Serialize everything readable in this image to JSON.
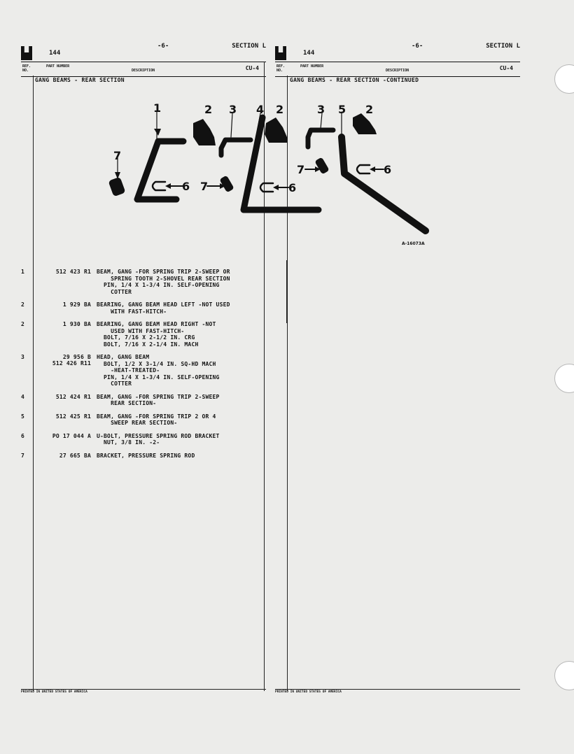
{
  "left_header": {
    "page_number": "144",
    "sheet_number": "-6-",
    "section": "SECTION L",
    "section_code": "CU-4",
    "subtitle": "GANG BEAMS - REAR SECTION"
  },
  "right_header": {
    "page_number": "144",
    "sheet_number": "-6-",
    "section": "SECTION L",
    "section_code": "CU-4",
    "subtitle": "GANG BEAMS - REAR SECTION -CONTINUED"
  },
  "column_headers": {
    "ref": "REF. NO.",
    "part_number": "PART NUMBER",
    "description": "DESCRIPTION"
  },
  "diagram": {
    "figure_code": "A-16073A",
    "callouts": [
      "1",
      "2",
      "3",
      "4",
      "2",
      "3",
      "5",
      "2",
      "7",
      "6",
      "7",
      "6",
      "7",
      "6"
    ]
  },
  "parts": [
    {
      "ref": "1",
      "part_number": "512 423 R1",
      "description": "BEAM, GANG -FOR SPRING TRIP 2-SWEEP OR\n    SPRING TOOTH 2-SHOVEL REAR SECTION\n  PIN, 1/4 X 1-3/4 IN. SELF-OPENING\n    COTTER"
    },
    {
      "ref": "2",
      "part_number": "1 929 BA",
      "description": "BEARING, GANG BEAM HEAD LEFT -NOT USED\n    WITH FAST-HITCH-"
    },
    {
      "ref": "2",
      "part_number": "1 930 BA",
      "description": "BEARING, GANG BEAM HEAD RIGHT -NOT\n    USED WITH FAST-HITCH-\n  BOLT, 7/16 X 2-1/2 IN. CRG\n  BOLT, 7/16 X 2-1/4 IN. MACH"
    },
    {
      "ref": "3",
      "part_number": "29 956 B\n512 426 R11",
      "description": "HEAD, GANG BEAM\n  BOLT, 1/2 X 3-1/4 IN. SQ-HD MACH\n    -HEAT-TREATED-\n  PIN, 1/4 X 1-3/4 IN. SELF-OPENING\n    COTTER"
    },
    {
      "ref": "4",
      "part_number": "512 424 R1",
      "description": "BEAM, GANG -FOR SPRING TRIP 2-SWEEP\n    REAR SECTION-"
    },
    {
      "ref": "5",
      "part_number": "512 425 R1",
      "description": "BEAM, GANG -FOR SPRING TRIP 2 OR 4\n    SWEEP REAR SECTION-"
    },
    {
      "ref": "6",
      "part_number": "PO 17 044 A",
      "description": "U-BOLT, PRESSURE SPRING ROD BRACKET\n  NUT, 3/8 IN. -2-"
    },
    {
      "ref": "7",
      "part_number": "27 665 BA",
      "description": "BRACKET, PRESSURE SPRING ROD"
    }
  ],
  "footer": {
    "left": "PRINTED IN UNITED STATES OF AMERICA",
    "right": "PRINTED IN UNITED STATES OF AMERICA"
  }
}
